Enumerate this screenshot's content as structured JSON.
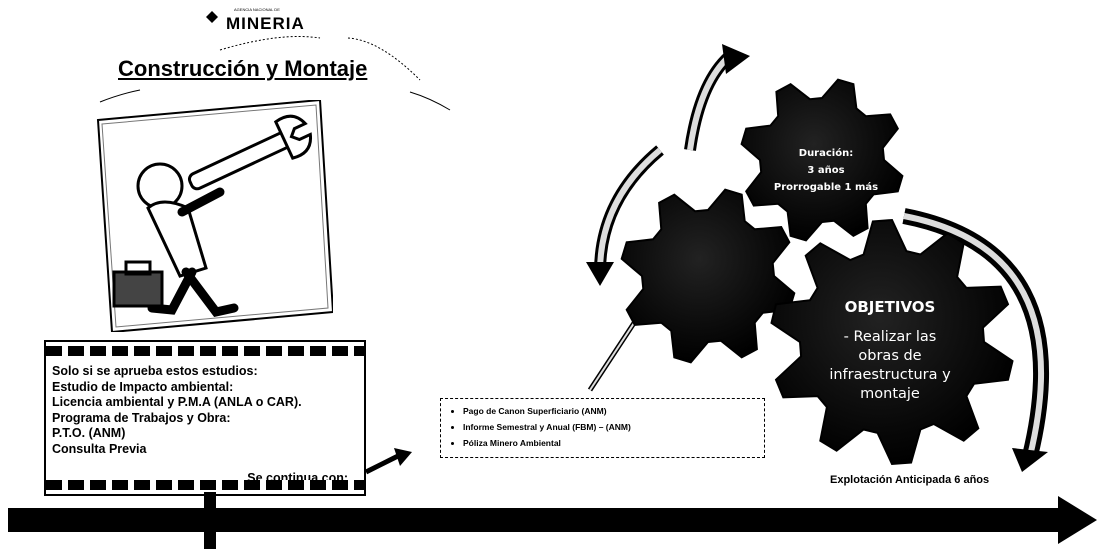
{
  "logo": {
    "name": "MINERIA",
    "tagline": "AGENCIA NACIONAL DE"
  },
  "title": "Construcción y Montaje",
  "info_box": {
    "lines": [
      "Solo si se aprueba estos estudios:",
      "Estudio de Impacto ambiental:",
      "Licencia ambiental y P.M.A  (ANLA o CAR).",
      "Programa de Trabajos y Obra:",
      "P.T.O. (ANM)",
      "Consulta Previa"
    ],
    "continue_label": "Se continua con:"
  },
  "obligations": [
    "Pago de Canon Superficiario (ANM)",
    "Informe Semestral y Anual (FBM) – (ANM)",
    "Póliza Minero Ambiental"
  ],
  "gears": {
    "top": {
      "lines": [
        "Duración:",
        "3 años",
        "Prorrogable 1 más"
      ]
    },
    "objetivos": {
      "title": "OBJETIVOS",
      "body_lines": [
        "- Realizar las",
        "obras de",
        "infraestructura y",
        "montaje"
      ]
    }
  },
  "timeline": {
    "label": "Explotación Anticipada 6 años"
  },
  "colors": {
    "gear_fill": "#000000",
    "text_on_gear": "#ffffff",
    "arrow_fill": "#dddddd"
  }
}
